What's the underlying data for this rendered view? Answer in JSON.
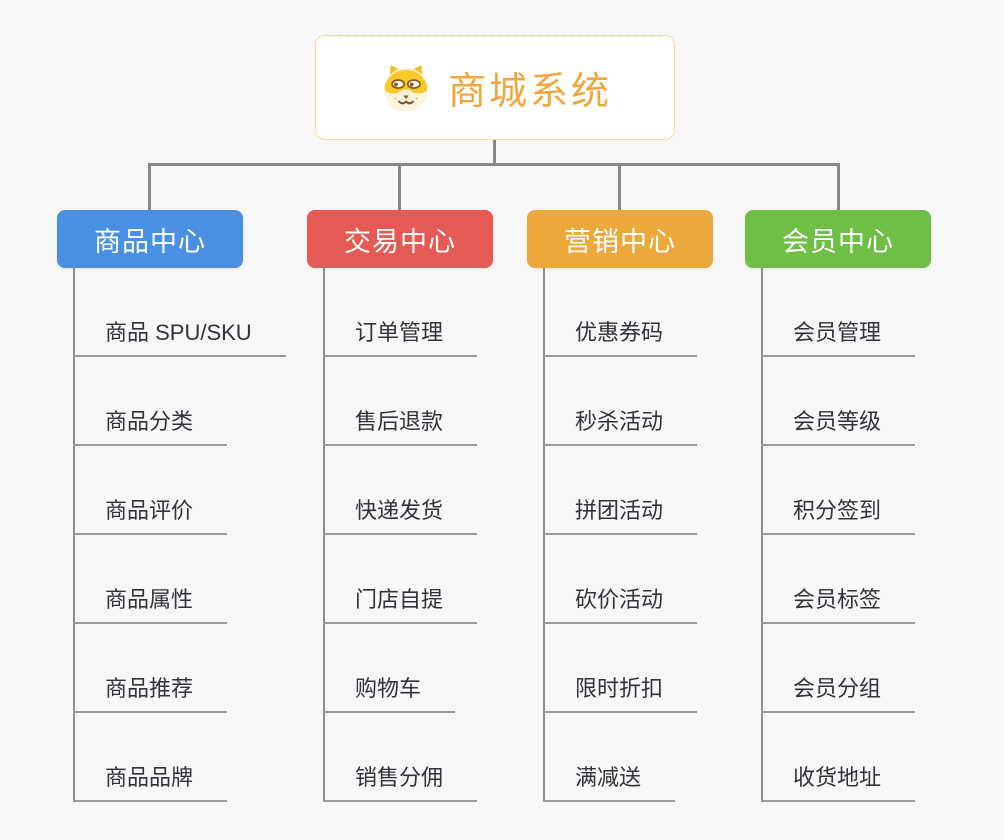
{
  "page": {
    "background_color": "#f7f7f7",
    "connector_color": "#878787",
    "underline_color": "#9a9a9a"
  },
  "root": {
    "label": "商城系统",
    "icon": "dog-face-icon",
    "text_color": "#f0a73e",
    "border_color": "#efb24b"
  },
  "branches": [
    {
      "label": "商品中心",
      "color": "#4a90e2",
      "children": [
        "商品 SPU/SKU",
        "商品分类",
        "商品评价",
        "商品属性",
        "商品推荐",
        "商品品牌"
      ]
    },
    {
      "label": "交易中心",
      "color": "#e55a55",
      "children": [
        "订单管理",
        "售后退款",
        "快递发货",
        "门店自提",
        "购物车",
        "销售分佣"
      ]
    },
    {
      "label": "营销中心",
      "color": "#eca93b",
      "children": [
        "优惠券码",
        "秒杀活动",
        "拼团活动",
        "砍价活动",
        "限时折扣",
        "满减送"
      ]
    },
    {
      "label": "会员中心",
      "color": "#6fbe45",
      "children": [
        "会员管理",
        "会员等级",
        "积分签到",
        "会员标签",
        "会员分组",
        "收货地址"
      ]
    }
  ]
}
